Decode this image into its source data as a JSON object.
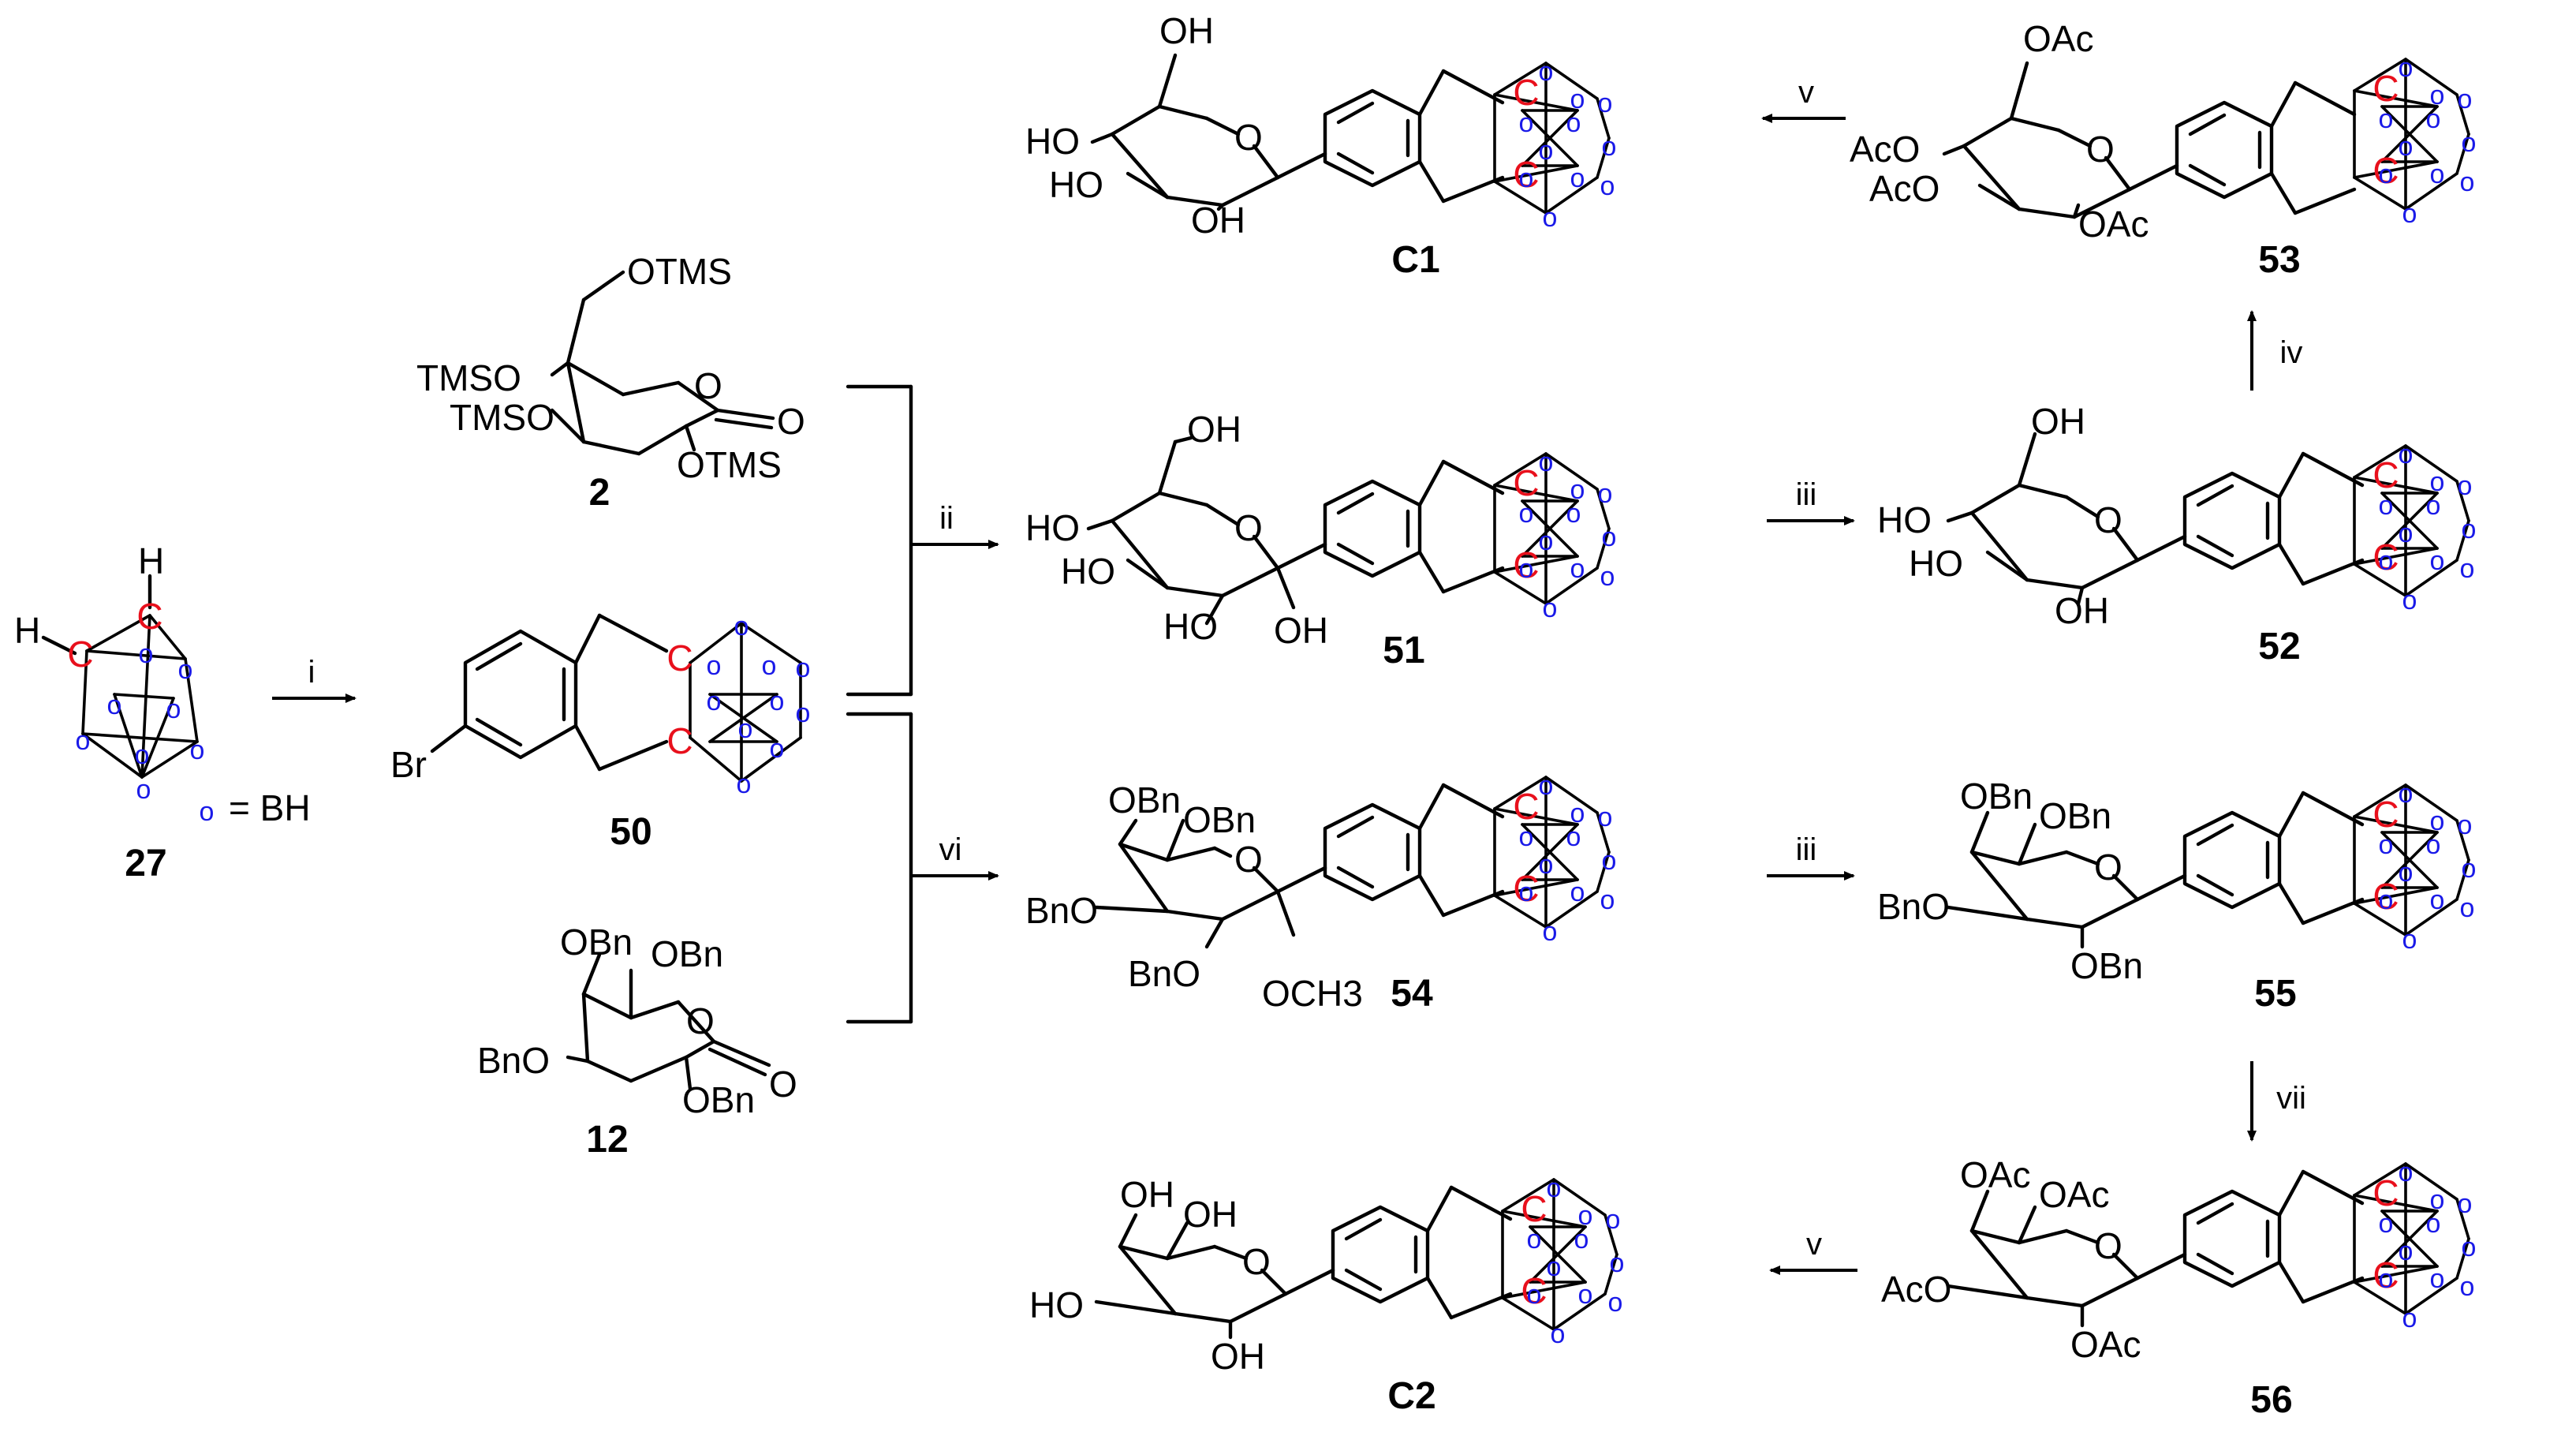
{
  "compounds": {
    "c27": "27",
    "c2": "2",
    "c12": "12",
    "c50": "50",
    "c51": "51",
    "c52": "52",
    "c53": "53",
    "c54": "54",
    "c55": "55",
    "c56": "56",
    "C1": "C1",
    "C2": "C2"
  },
  "reagents": {
    "i": "i",
    "ii": "ii",
    "iii_a": "iii",
    "iii_b": "iii",
    "iv": "iv",
    "v_a": "v",
    "v_b": "v",
    "vi": "vi",
    "vii": "vii"
  },
  "legend": {
    "symbol": "o",
    "text": "= BH"
  },
  "atoms": {
    "carbon": "C",
    "boron": "o",
    "H": "H",
    "Br": "Br",
    "O": "O",
    "OH": "OH",
    "HO": "HO",
    "OAc": "OAc",
    "AcO": "AcO",
    "OBn": "OBn",
    "BnO": "BnO",
    "OTMS": "OTMS",
    "TMSO": "TMSO",
    "OCH3": "OCH3"
  },
  "colors": {
    "carbon": "#e8101c",
    "boron": "#1a1ae8",
    "ink": "#000000"
  }
}
